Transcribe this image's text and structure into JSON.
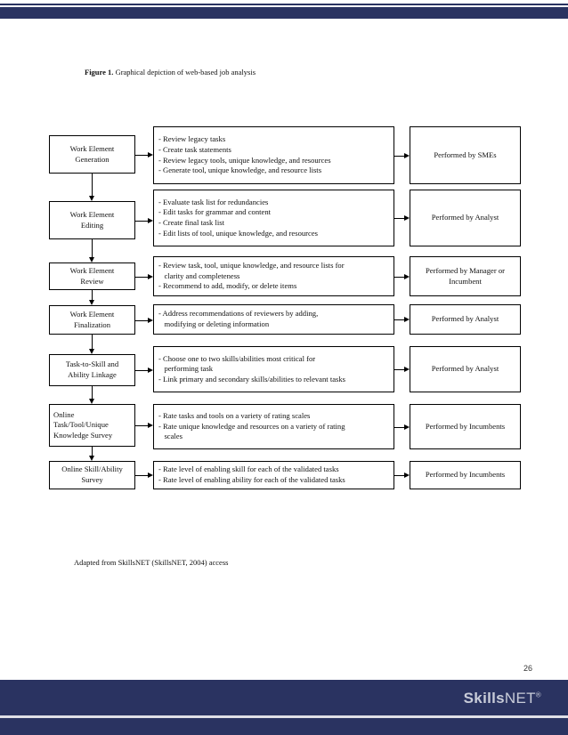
{
  "caption": {
    "label": "Figure 1.",
    "text": "Graphical depiction of web-based job analysis"
  },
  "rows": [
    {
      "stage": "Work Element\nGeneration",
      "tasks": [
        "- Review legacy tasks",
        "- Create task statements",
        "- Review legacy tools, unique knowledge, and resources",
        "- Generate tool, unique knowledge, and resource lists"
      ],
      "actor": "Performed by SMEs"
    },
    {
      "stage": "Work Element\nEditing",
      "tasks": [
        "- Evaluate task list for redundancies",
        "- Edit tasks for grammar and content",
        "- Create final task list",
        "- Edit lists of tool, unique knowledge, and resources"
      ],
      "actor": "Performed by Analyst"
    },
    {
      "stage": "Work Element\nReview",
      "tasks": [
        "- Review task, tool, unique knowledge, and resource lists for",
        "   clarity and completeness",
        "- Recommend to add, modify, or delete items"
      ],
      "actor": "Performed by Manager or\nIncumbent"
    },
    {
      "stage": "Work Element\nFinalization",
      "tasks": [
        "- Address recommendations of reviewers by adding,",
        "   modifying or deleting information"
      ],
      "actor": "Performed by Analyst"
    },
    {
      "stage": "Task-to-Skill and\nAbility Linkage",
      "tasks": [
        "- Choose one to two skills/abilities most critical for",
        "   performing task",
        "- Link primary and secondary skills/abilities to relevant tasks"
      ],
      "actor": "Performed by Analyst"
    },
    {
      "stage": "Online\nTask/Tool/Unique\nKnowledge Survey",
      "tasks": [
        "- Rate tasks and tools on a variety of rating scales",
        "- Rate unique knowledge and resources on a variety of rating",
        "   scales"
      ],
      "actor": "Performed by Incumbents"
    },
    {
      "stage": "Online Skill/Ability\nSurvey",
      "tasks": [
        "- Rate level of enabling skill for each of the validated tasks",
        "- Rate level of enabling ability for each of the validated tasks"
      ],
      "actor": "Performed by Incumbents"
    }
  ],
  "source": "Adapted from SkillsNET (SkillsNET, 2004) access",
  "page_number": "26",
  "logo": {
    "bold": "Skills",
    "rest": "NET",
    "mark": "®"
  }
}
